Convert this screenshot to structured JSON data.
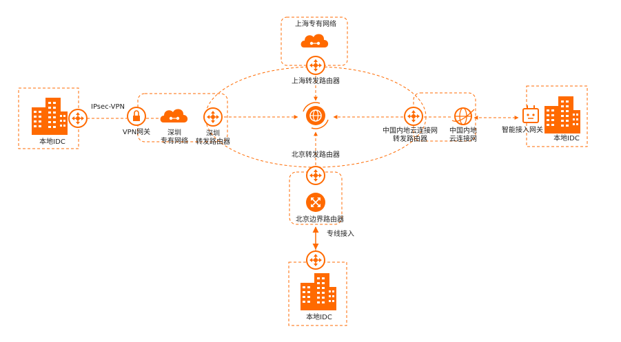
{
  "colors": {
    "accent": "#ff6a00",
    "accent_light": "#ffb27a",
    "text": "#222222"
  },
  "regions": {
    "shanghai_vpc": "上海专有网络",
    "shanghai_tr": "上海转发路由器",
    "shenzhen_vpc_line1": "深圳",
    "shenzhen_vpc_line2": "专有网络",
    "shenzhen_tr_line1": "深圳",
    "shenzhen_tr_line2": "转发路由器",
    "beijing_tr": "北京转发路由器",
    "beijing_border": "北京边界路由器",
    "cn_tr_line1": "中国内地云连接网",
    "cn_tr_line2": "转发路由器",
    "cn_ccn_line1": "中国内地",
    "cn_ccn_line2": "云连接网"
  },
  "gateways": {
    "vpn": "VPN网关",
    "smart": "智能接入网关"
  },
  "connections": {
    "ipsec": "IPsec-VPN",
    "express": "专线接入"
  },
  "idc": {
    "left": "本地IDC",
    "right": "本地IDC",
    "bottom": "本地IDC"
  },
  "icons": {
    "tr": "router-icon",
    "cen": "cloud-enterprise-network-icon",
    "vpc": "cloud-icon",
    "idc": "building-icon",
    "vpn": "vpn-gateway-icon",
    "smart": "smart-access-gateway-icon",
    "globe": "globe-icon",
    "border": "border-router-icon"
  }
}
